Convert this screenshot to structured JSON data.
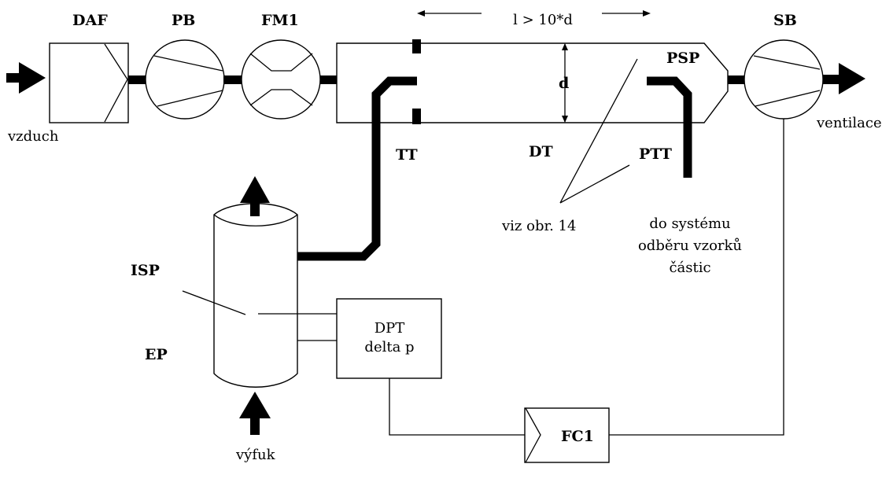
{
  "labels": {
    "daf": "DAF",
    "pb": "PB",
    "fm1": "FM1",
    "sb": "SB",
    "psp": "PSP",
    "d": "d",
    "tt": "TT",
    "dt": "DT",
    "ptt": "PTT",
    "isp": "ISP",
    "ep": "EP",
    "fc1": "FC1"
  },
  "text": {
    "length_rule": "l > 10*d",
    "vzduch": "vzduch",
    "ventilace": "ventilace",
    "viz": "viz obr. 14",
    "sampling_line1": "do systému",
    "sampling_line2": "odběru vzorků",
    "sampling_line3": "částic",
    "dpt_line1": "DPT",
    "dpt_line2": "delta p",
    "vyfuk": "výfuk"
  }
}
